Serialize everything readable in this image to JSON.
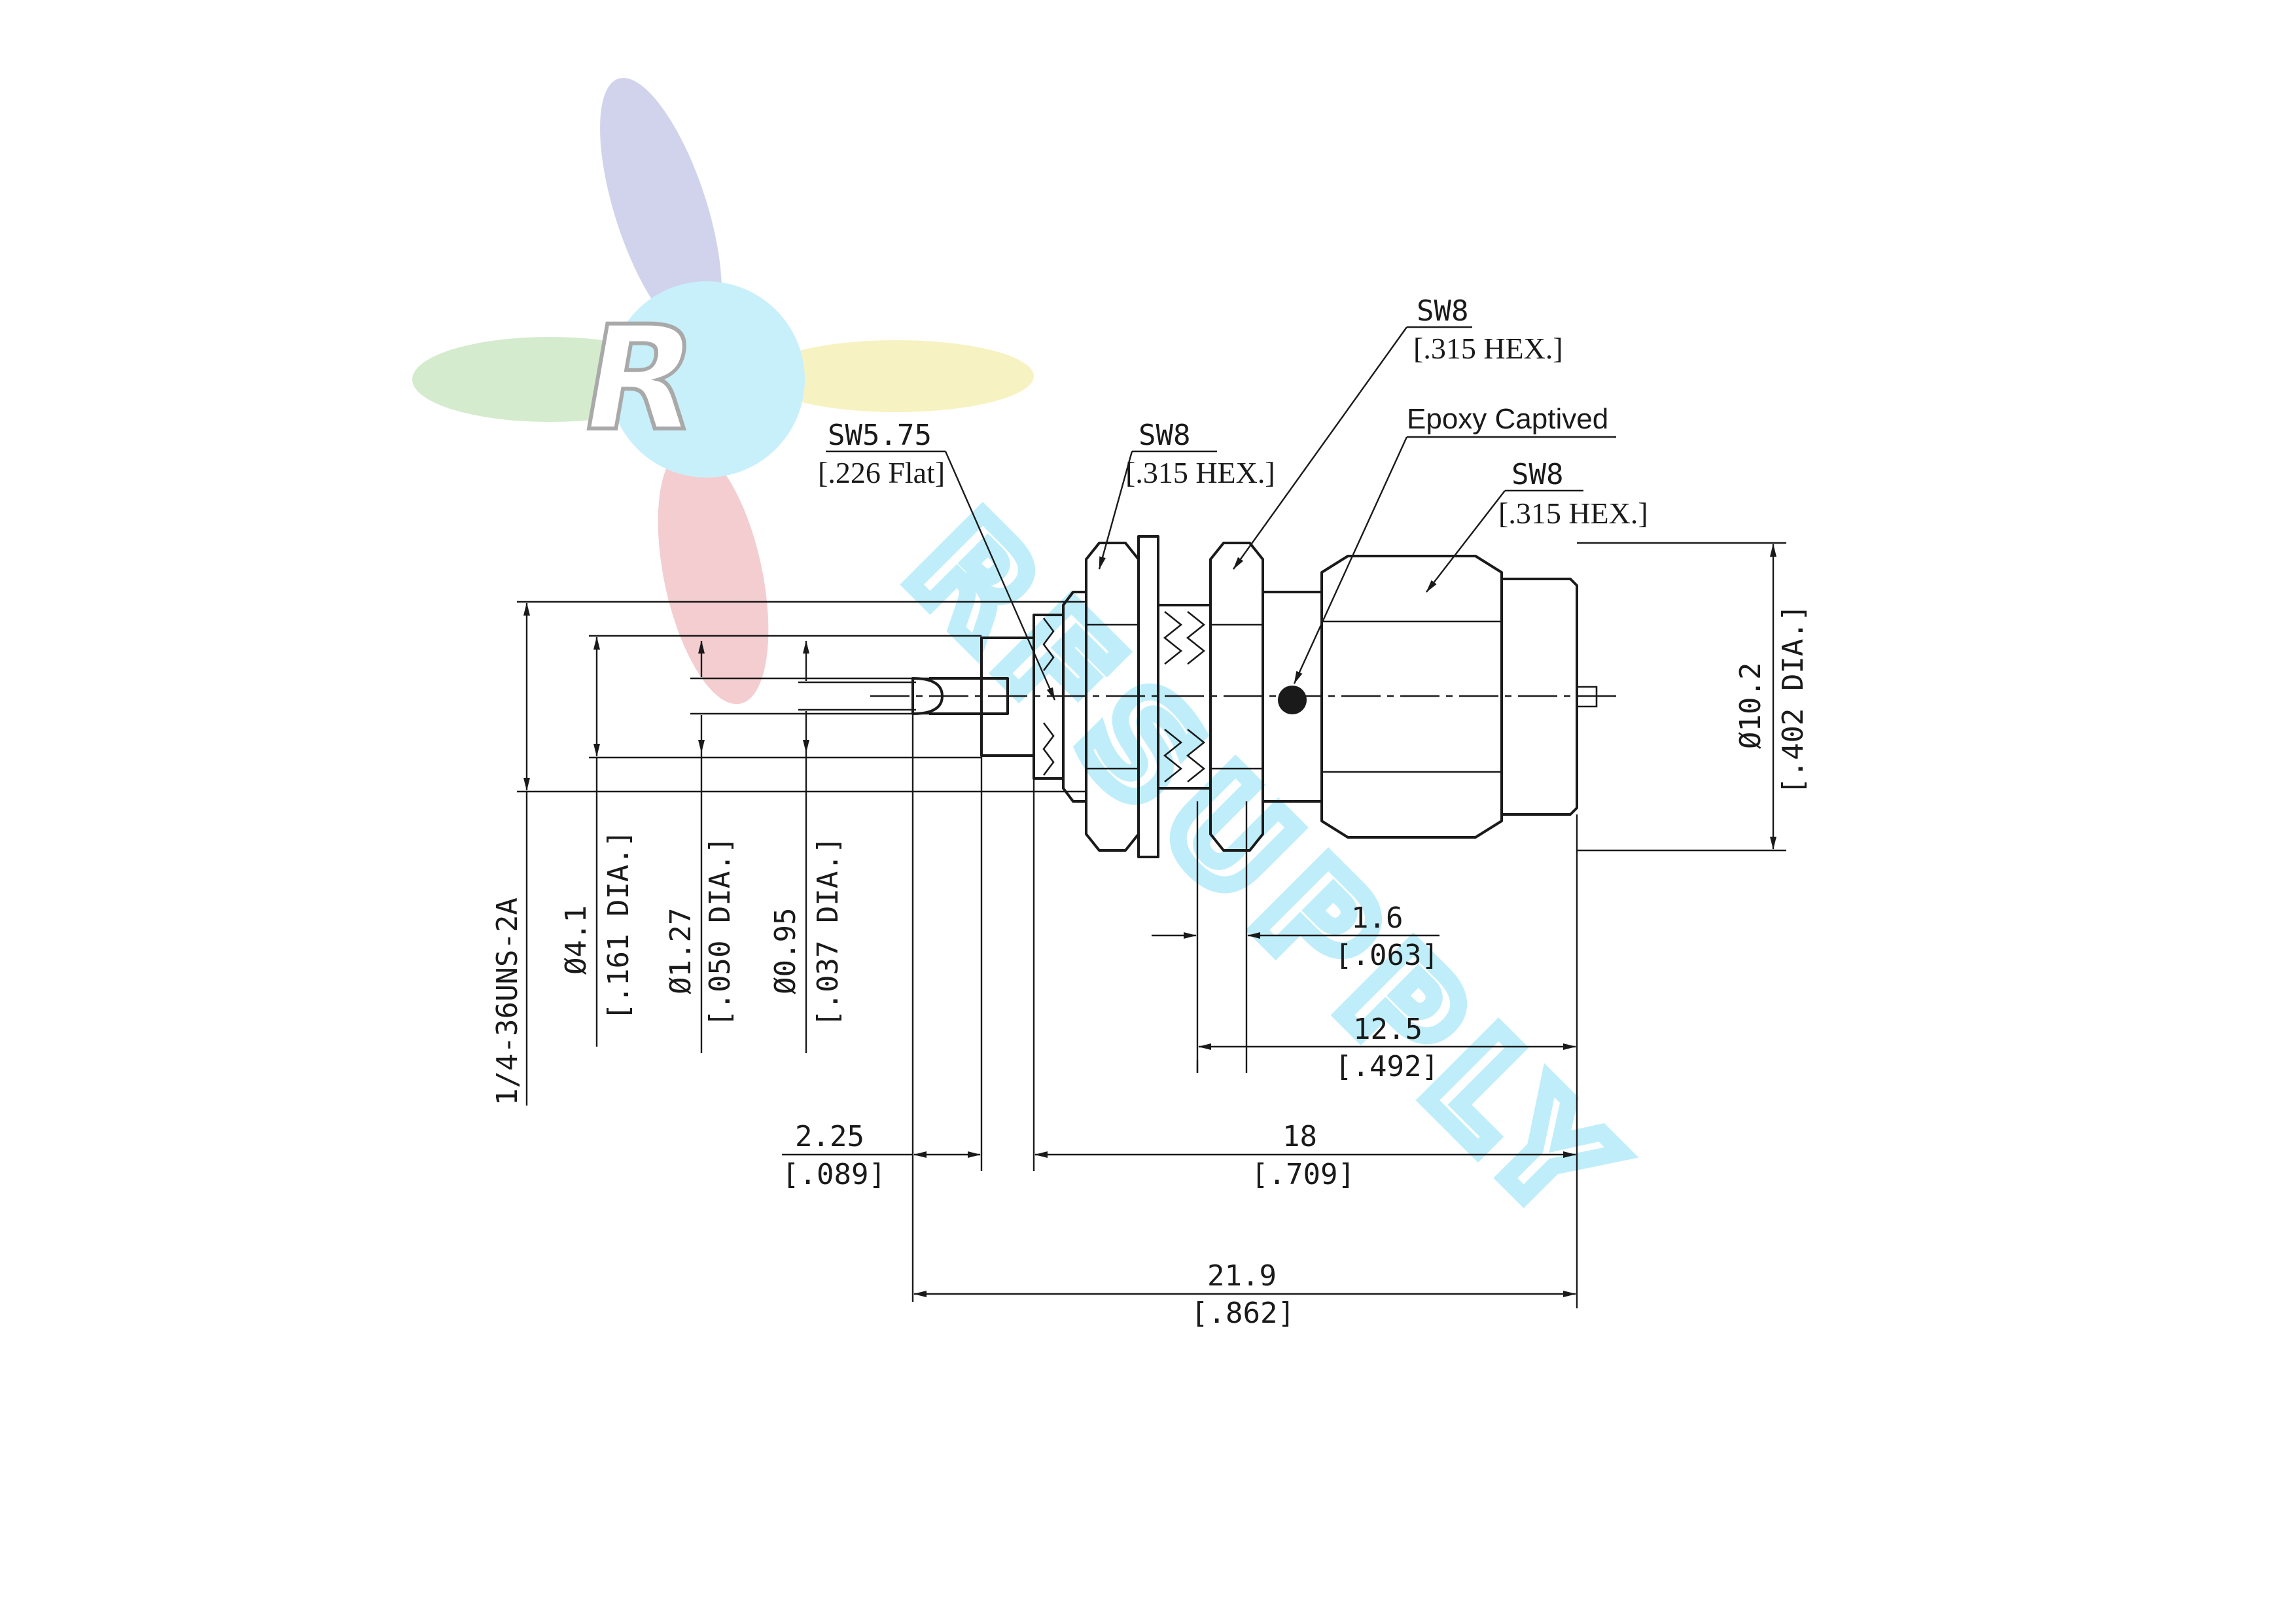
{
  "labels": {
    "sw575": "SW5.75",
    "sw575_sub": "[.226 Flat]",
    "sw8_a": "SW8",
    "sw8_a_sub": "[.315 HEX.]",
    "sw8_b": "SW8",
    "sw8_b_sub": "[.315 HEX.]",
    "epoxy": "Epoxy Captived",
    "sw8_c": "SW8",
    "sw8_c_sub": "[.315 HEX.]",
    "thread": "1/4-36UNS-2A",
    "d41": "Ø4.1",
    "d41_sub": "[.161 DIA.]",
    "d127": "Ø1.27",
    "d127_sub": "[.050 DIA.]",
    "d095": "Ø0.95",
    "d095_sub": "[.037 DIA.]",
    "d102": "Ø10.2",
    "d102_sub": "[.402 DIA.]",
    "dim16": "1.6",
    "dim16_sub": "[.063]",
    "dim125": "12.5",
    "dim125_sub": "[.492]",
    "dim225": "2.25",
    "dim225_sub": "[.089]",
    "dim18": "18",
    "dim18_sub": "[.709]",
    "dim219": "21.9",
    "dim219_sub": "[.862]"
  },
  "watermark": {
    "logo_letter": "R",
    "brand_text": "RFSUPPLY"
  },
  "colors": {
    "line": "#1a1a1a",
    "watermark_cyan": "#bfeefa",
    "watermark_blue": "#c8cce8",
    "watermark_green": "#cde8c4",
    "watermark_yellow": "#f6f0b8",
    "watermark_red": "#f2c4c8"
  }
}
